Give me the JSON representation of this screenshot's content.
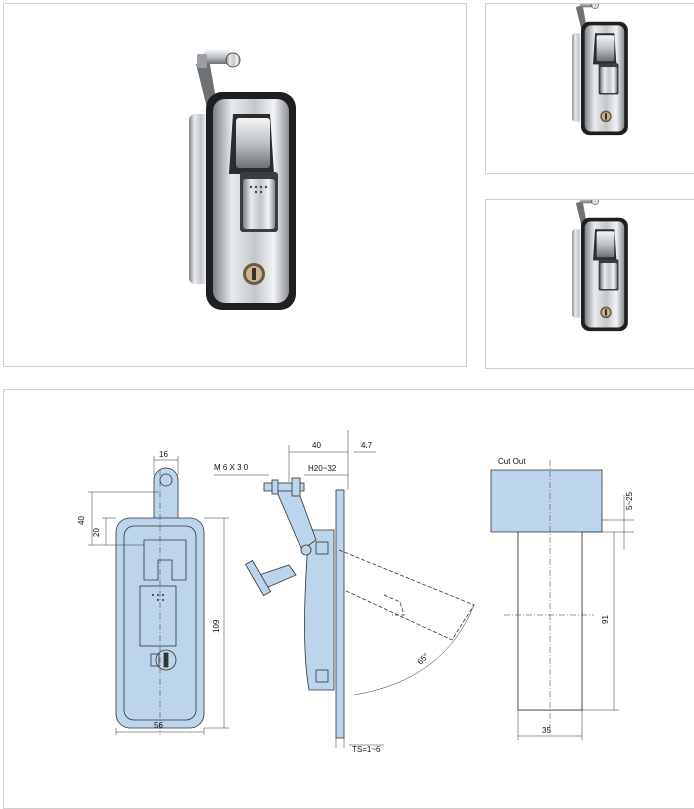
{
  "colors": {
    "part_fill": "#bcd4ec",
    "chrome_light": "#e8eaec",
    "chrome_mid": "#b8bcc0",
    "chrome_dark": "#5a5e62",
    "bezel": "#222222",
    "line": "#333333"
  },
  "photos": {
    "main": "latch-photo-main",
    "thumb1": "latch-photo-thumb",
    "thumb2": "latch-photo-thumb"
  },
  "drawing": {
    "front": {
      "dim_top_width": "16",
      "dim_height_40": "40",
      "dim_height_20": "20",
      "dim_body_height": "109",
      "dim_body_width": "56"
    },
    "side": {
      "bolt_label": "M 6 X 3 0",
      "dim_offset": "40",
      "dim_edge": "4.7",
      "dim_handle": "H20~32",
      "dim_angle": "65°",
      "dim_thickness": "TS=1~6"
    },
    "cutout": {
      "title": "Cut Out",
      "dim_range": "5~25",
      "dim_height": "91",
      "dim_width": "35"
    }
  }
}
